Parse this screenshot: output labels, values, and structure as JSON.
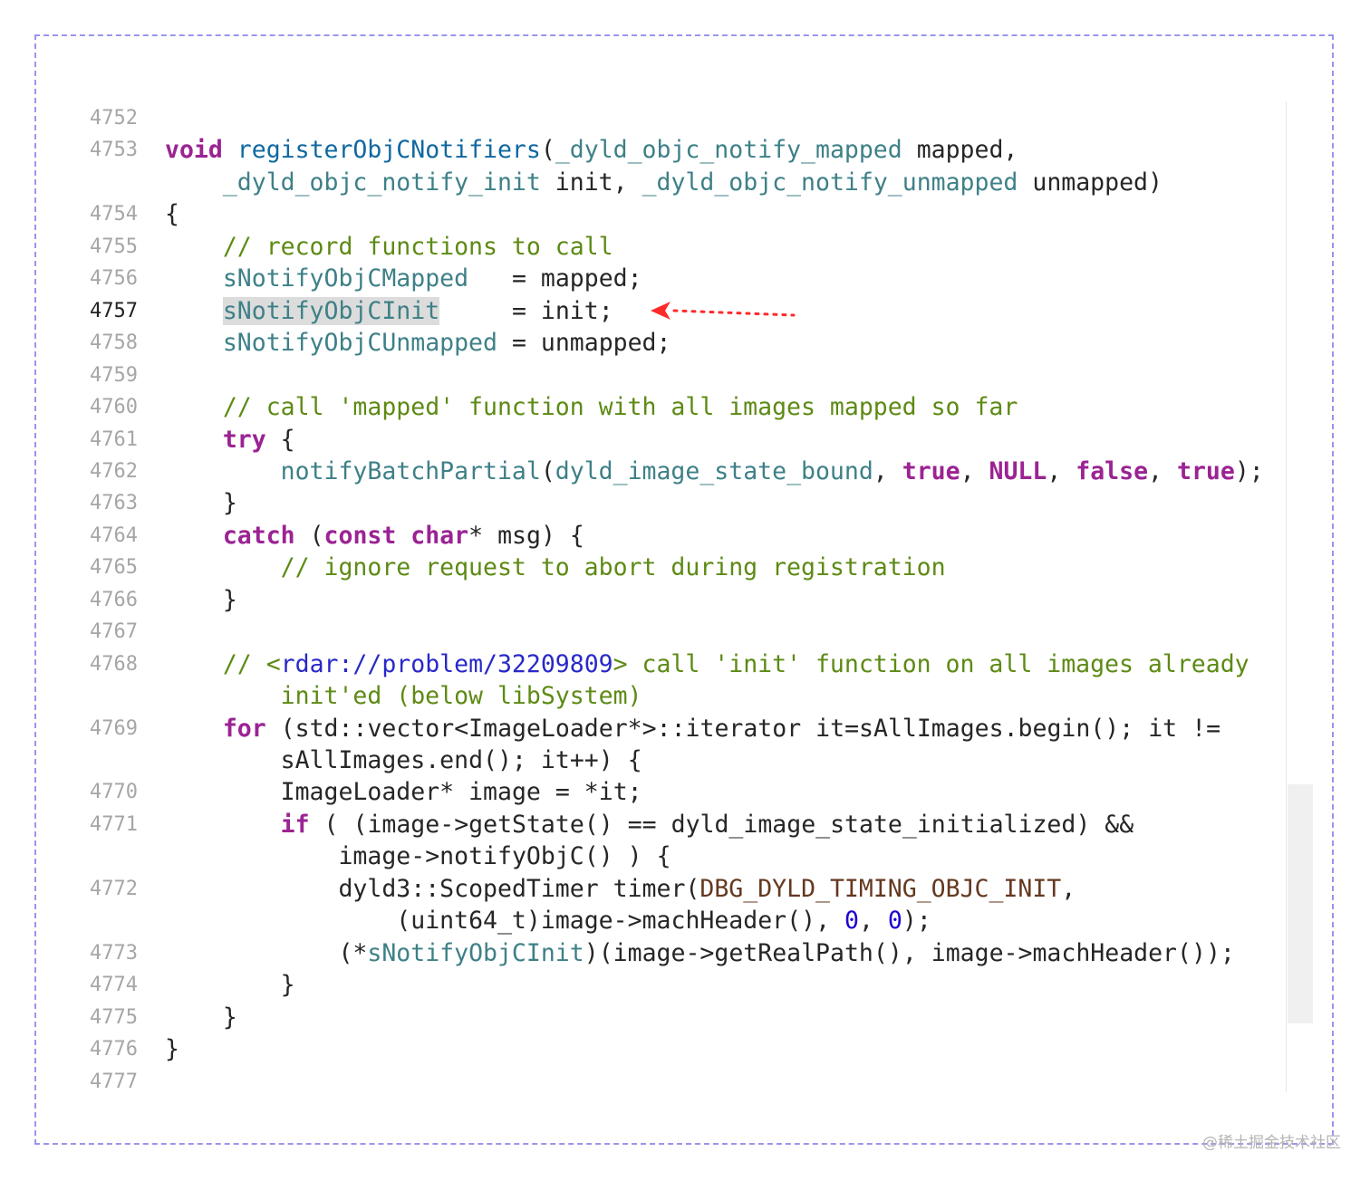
{
  "editor": {
    "lines": [
      {
        "number": "4752",
        "code": ""
      },
      {
        "number": "4753",
        "code": "void registerObjCNotifiers(_dyld_objc_notify_mapped mapped,"
      },
      {
        "number": "",
        "code": "    _dyld_objc_notify_init init, _dyld_objc_notify_unmapped unmapped)"
      },
      {
        "number": "4754",
        "code": "{"
      },
      {
        "number": "4755",
        "code": "    // record functions to call"
      },
      {
        "number": "4756",
        "code": "    sNotifyObjCMapped   = mapped;"
      },
      {
        "number": "4757",
        "code": "    sNotifyObjCInit     = init;"
      },
      {
        "number": "4758",
        "code": "    sNotifyObjCUnmapped = unmapped;"
      },
      {
        "number": "4759",
        "code": ""
      },
      {
        "number": "4760",
        "code": "    // call 'mapped' function with all images mapped so far"
      },
      {
        "number": "4761",
        "code": "    try {"
      },
      {
        "number": "4762",
        "code": "        notifyBatchPartial(dyld_image_state_bound, true, NULL, false, true);"
      },
      {
        "number": "4763",
        "code": "    }"
      },
      {
        "number": "4764",
        "code": "    catch (const char* msg) {"
      },
      {
        "number": "4765",
        "code": "        // ignore request to abort during registration"
      },
      {
        "number": "4766",
        "code": "    }"
      },
      {
        "number": "4767",
        "code": ""
      },
      {
        "number": "4768",
        "code": "    // <rdar://problem/32209809> call 'init' function on all images already"
      },
      {
        "number": "",
        "code": "        init'ed (below libSystem)"
      },
      {
        "number": "4769",
        "code": "    for (std::vector<ImageLoader*>::iterator it=sAllImages.begin(); it !="
      },
      {
        "number": "",
        "code": "        sAllImages.end(); it++) {"
      },
      {
        "number": "4770",
        "code": "        ImageLoader* image = *it;"
      },
      {
        "number": "4771",
        "code": "        if ( (image->getState() == dyld_image_state_initialized) &&"
      },
      {
        "number": "",
        "code": "            image->notifyObjC() ) {"
      },
      {
        "number": "4772",
        "code": "            dyld3::ScopedTimer timer(DBG_DYLD_TIMING_OBJC_INIT,"
      },
      {
        "number": "",
        "code": "                (uint64_t)image->machHeader(), 0, 0);"
      },
      {
        "number": "4773",
        "code": "            (*sNotifyObjCInit)(image->getRealPath(), image->machHeader());"
      },
      {
        "number": "4774",
        "code": "        }"
      },
      {
        "number": "4775",
        "code": "    }"
      },
      {
        "number": "4776",
        "code": "}"
      },
      {
        "number": "4777",
        "code": ""
      }
    ],
    "current_line": "4757",
    "highlighted_symbol": "sNotifyObjCInit"
  },
  "annotation": {
    "arrow_color": "#ff2a2a",
    "arrow_icon": "dotted-left-arrow-icon"
  },
  "colors": {
    "keyword": "#9b2393",
    "comment": "#5d8a14",
    "identifier": "#3e8087",
    "url": "#2828c8",
    "number": "#1c00cf",
    "macro": "#643820",
    "frame_border": "#9a95ee"
  },
  "watermark": "@稀土掘金技术社区"
}
